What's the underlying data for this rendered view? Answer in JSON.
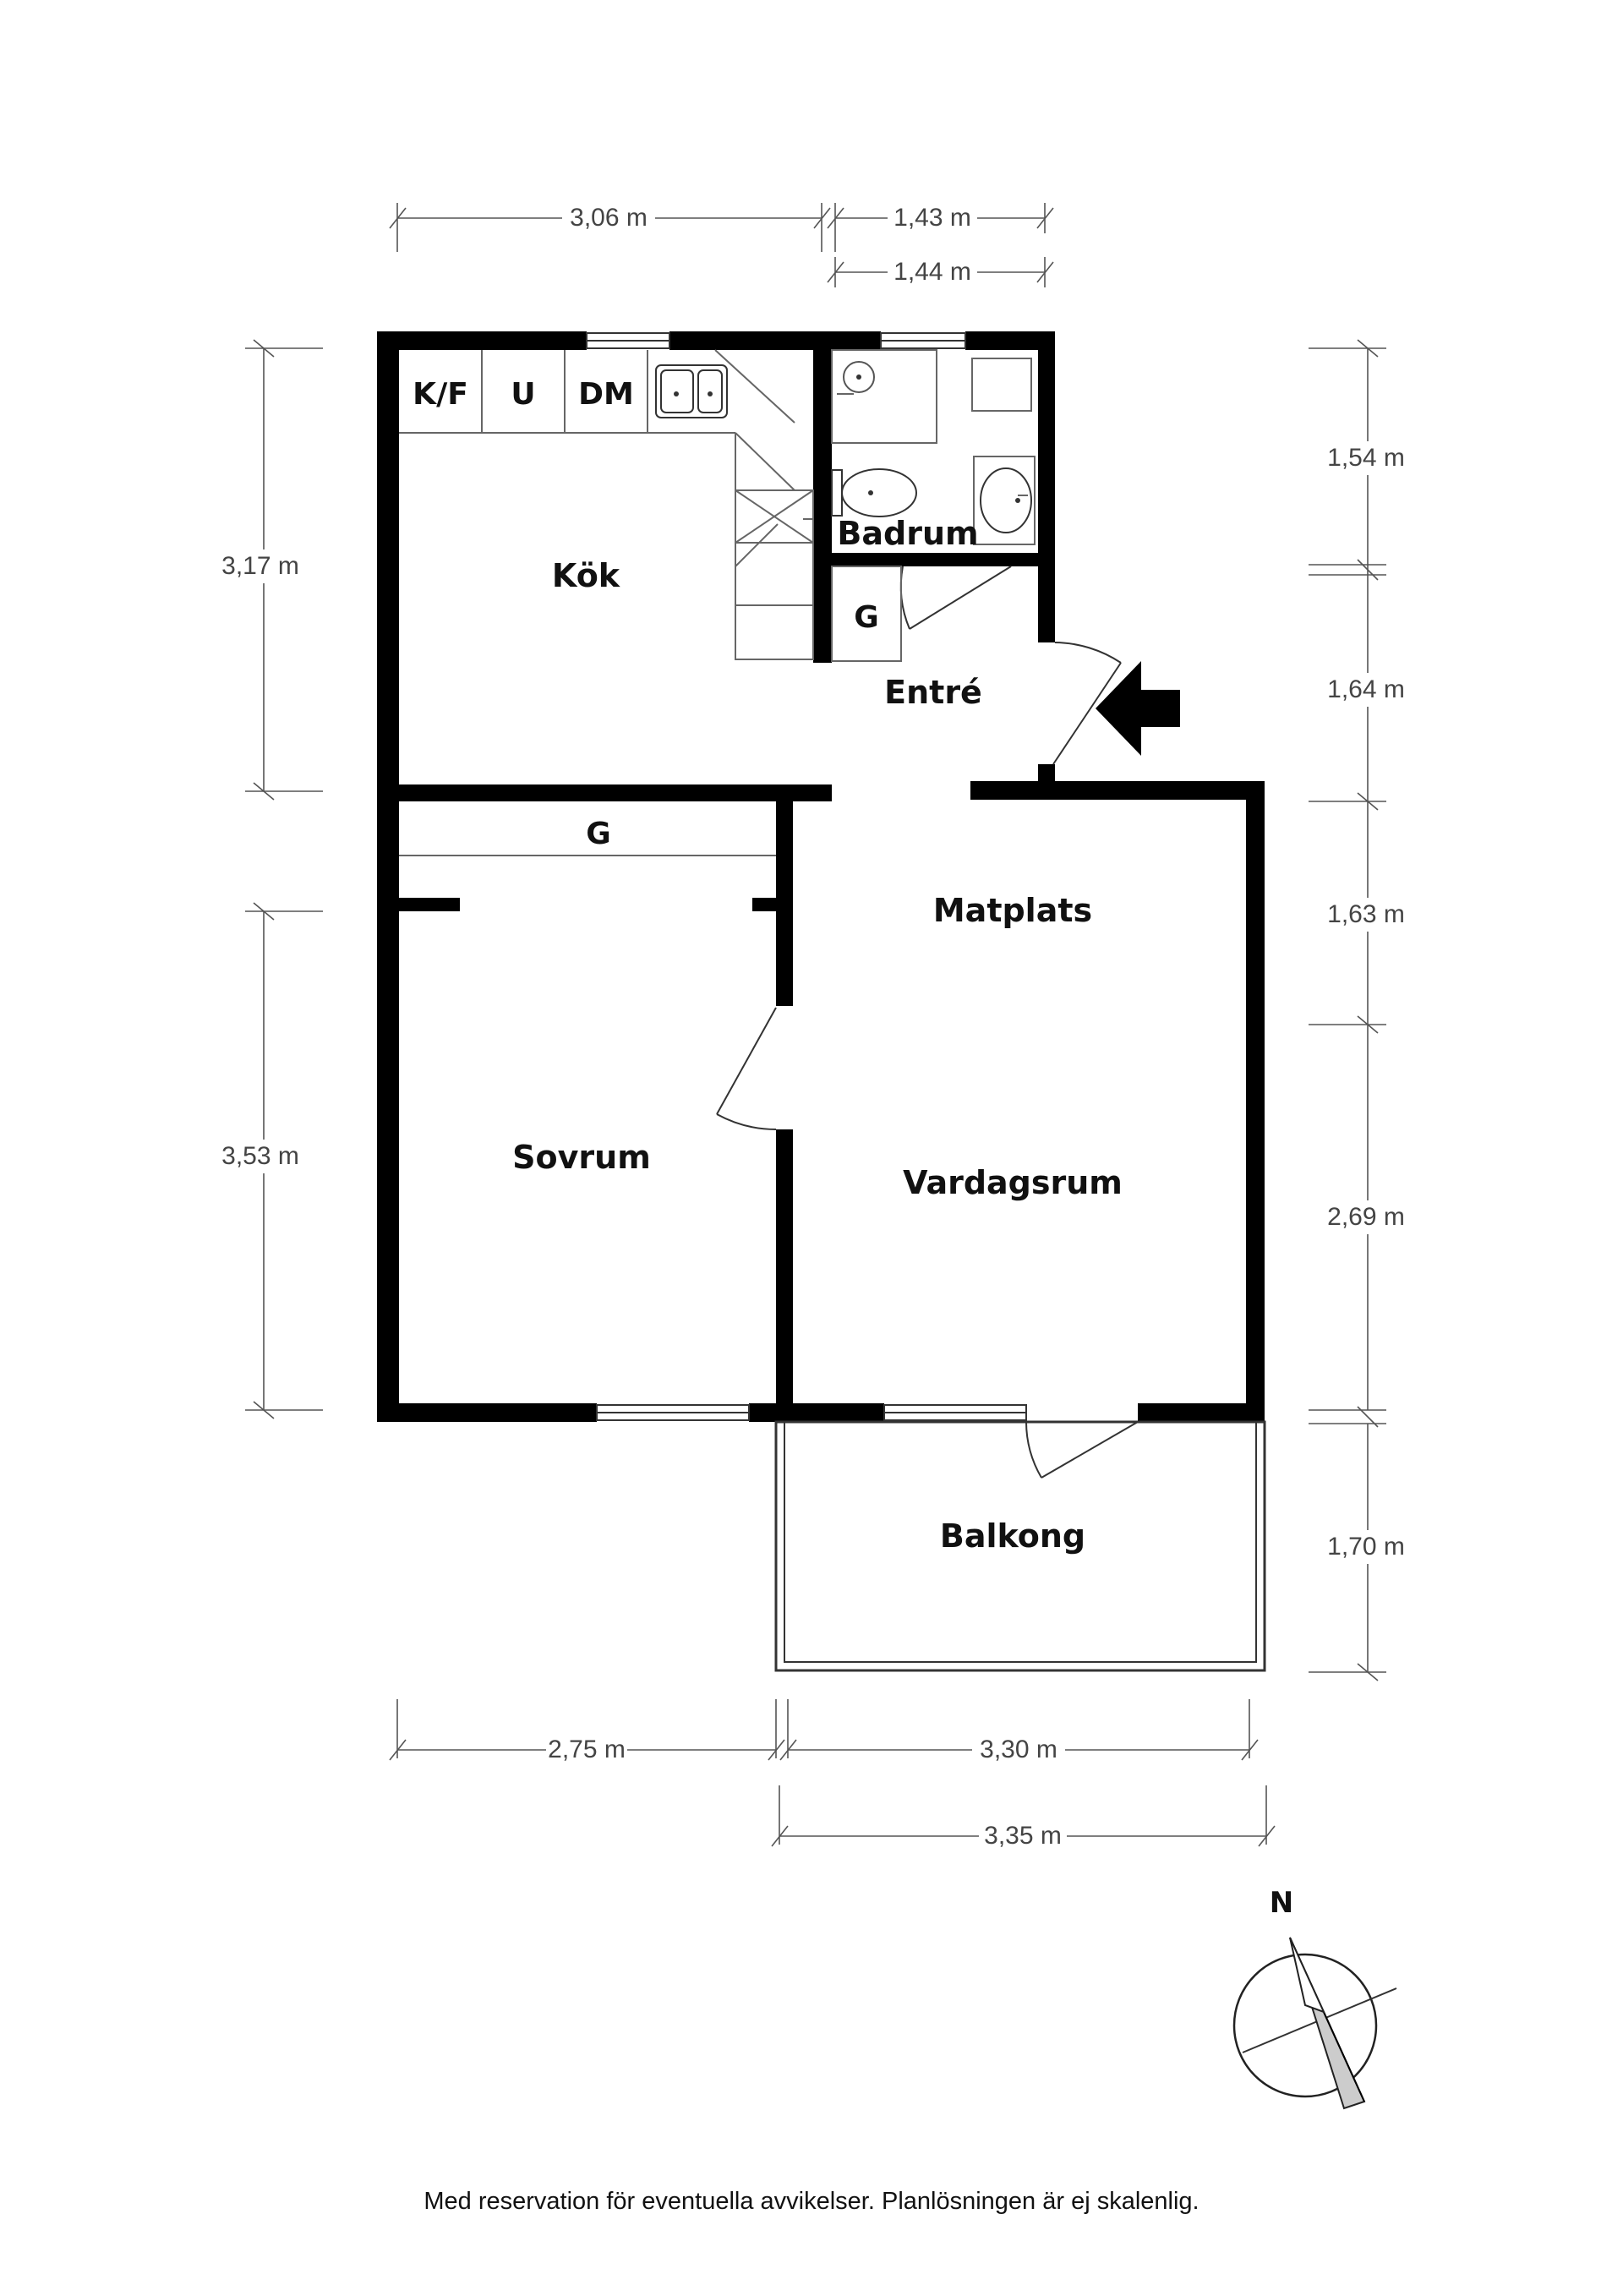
{
  "rooms": {
    "kitchen": "Kök",
    "bathroom": "Badrum",
    "entrance": "Entré",
    "dining": "Matplats",
    "bedroom": "Sovrum",
    "living": "Vardagsrum",
    "balcony": "Balkong"
  },
  "appliances": {
    "fridge_freezer": "K/F",
    "oven": "U",
    "dishwasher": "DM",
    "wardrobe_entrance": "G",
    "wardrobe_bedroom": "G"
  },
  "dimensions": {
    "top_left": "3,06 m",
    "top_right_upper": "1,43 m",
    "top_right_lower": "1,44 m",
    "left_upper": "3,17 m",
    "left_lower": "3,53 m",
    "right_1": "1,54 m",
    "right_2": "1,64 m",
    "right_3": "1,63 m",
    "right_4": "2,69 m",
    "right_5": "1,70 m",
    "bottom_left": "2,75 m",
    "bottom_right": "3,30 m",
    "bottom_lowest": "3,35 m"
  },
  "compass": {
    "north_label": "N"
  },
  "footer": {
    "note": "Med reservation för eventuella avvikelser. Planlösningen är ej skalenlig."
  }
}
